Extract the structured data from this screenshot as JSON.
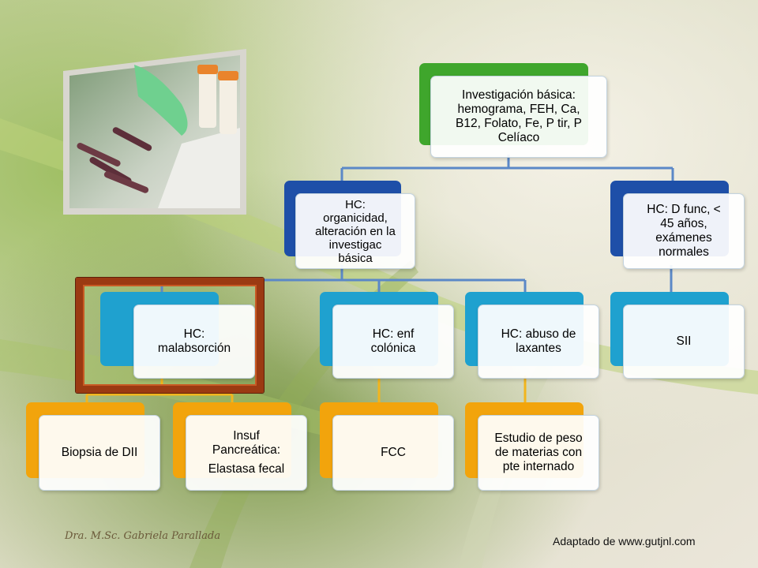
{
  "colors": {
    "green": "#3fa62c",
    "blue": "#1e4fa8",
    "cyan": "#1fa1cf",
    "orange": "#f2a40c",
    "selection_frame": "#9b3a12",
    "connector_blue": "#5b88c7",
    "connector_yellow": "#f2b51d"
  },
  "nodes": {
    "root": {
      "lines": [
        "Investigación básica:",
        "hemograma, FEH, Ca,",
        "B12, Folato, Fe, P tir, P",
        "Celíaco"
      ]
    },
    "hc_organicidad": {
      "lines": [
        "HC:",
        "organicidad,",
        "alteración en la",
        "investigac",
        "básica"
      ]
    },
    "hc_dfunc": {
      "lines": [
        "HC: D func, <",
        "45 años,",
        "exámenes",
        "normales"
      ]
    },
    "hc_malabsorcion": {
      "lines": [
        "HC:",
        "malabsorción"
      ]
    },
    "hc_enf_colonica": {
      "lines": [
        "HC: enf",
        "colónica"
      ]
    },
    "hc_abuso": {
      "lines": [
        "HC: abuso de",
        "laxantes"
      ]
    },
    "sii": {
      "lines": [
        "SII"
      ]
    },
    "biopsia": {
      "lines": [
        "Biopsia de DII"
      ]
    },
    "insuf": {
      "lines": [
        "Insuf",
        "Pancreática:",
        "Elastasa fecal"
      ]
    },
    "fcc": {
      "lines": [
        "FCC"
      ]
    },
    "estudio_peso": {
      "lines": [
        "Estudio de peso",
        "de materias con",
        "pte internado"
      ]
    }
  },
  "footer": {
    "author": "Dra. M.Sc. Gabriela Parallada",
    "source": "Adaptado de www.gutjnl.com"
  },
  "icons": {
    "photo": "lab-samples-photo"
  }
}
